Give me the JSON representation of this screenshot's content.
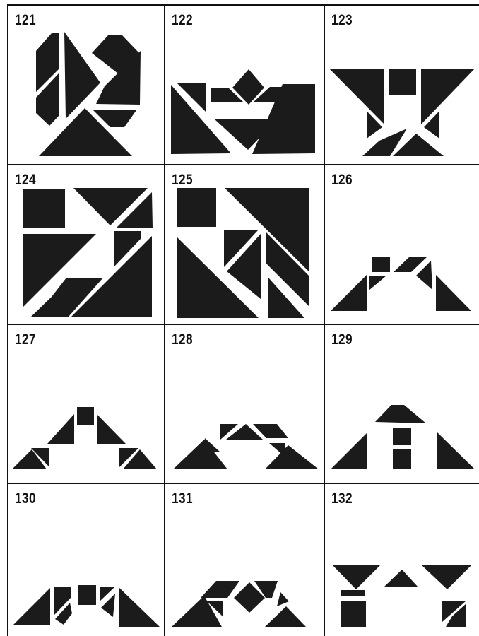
{
  "puzzles": [
    {
      "number": "121",
      "figure": "tangram-heart-figure"
    },
    {
      "number": "122",
      "figure": "tangram-boat-figure"
    },
    {
      "number": "123",
      "figure": "tangram-cup-figure"
    },
    {
      "number": "124",
      "figure": "tangram-rectangle-figure"
    },
    {
      "number": "125",
      "figure": "tangram-square-figure"
    },
    {
      "number": "126",
      "figure": "tangram-bridge-figure"
    },
    {
      "number": "127",
      "figure": "tangram-bridge-figure"
    },
    {
      "number": "128",
      "figure": "tangram-bridge-figure"
    },
    {
      "number": "129",
      "figure": "tangram-bridge-figure"
    },
    {
      "number": "130",
      "figure": "tangram-bridge-figure"
    },
    {
      "number": "131",
      "figure": "tangram-bridge-figure"
    },
    {
      "number": "132",
      "figure": "tangram-table-figure"
    }
  ],
  "colors": {
    "shape": "#1b1b1b",
    "background": "#ffffff",
    "grid": "#111111"
  }
}
